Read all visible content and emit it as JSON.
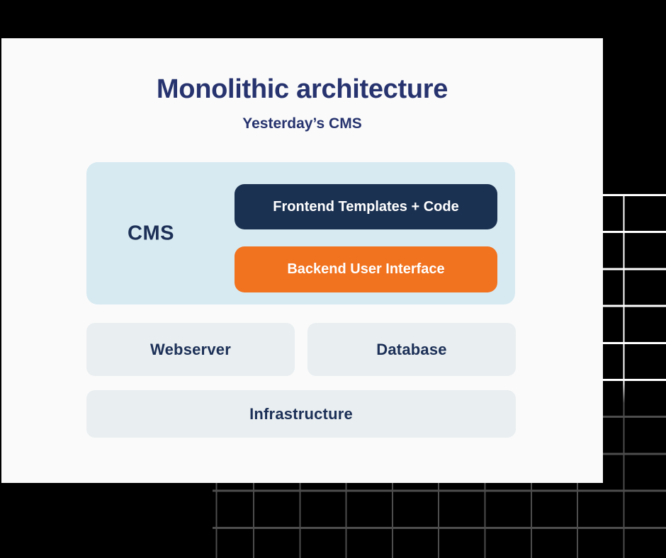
{
  "diagram": {
    "title": "Monolithic architecture",
    "subtitle": "Yesterday’s CMS",
    "cms": {
      "label": "CMS",
      "frontend_label": "Frontend Templates + Code",
      "backend_label": "Backend User Interface"
    },
    "layers": {
      "webserver_label": "Webserver",
      "database_label": "Database",
      "infrastructure_label": "Infrastructure"
    }
  },
  "colors": {
    "page_bg": "#000000",
    "card_bg": "#fafafa",
    "heading_navy": "#26336e",
    "label_navy": "#1c3057",
    "navy_box": "#1b3151",
    "orange_box": "#f1721f",
    "cms_bg": "#d7eaf1",
    "layer_bg": "#e9eef0",
    "pill_text": "#ffffff",
    "grid_line": "#ffffff"
  }
}
